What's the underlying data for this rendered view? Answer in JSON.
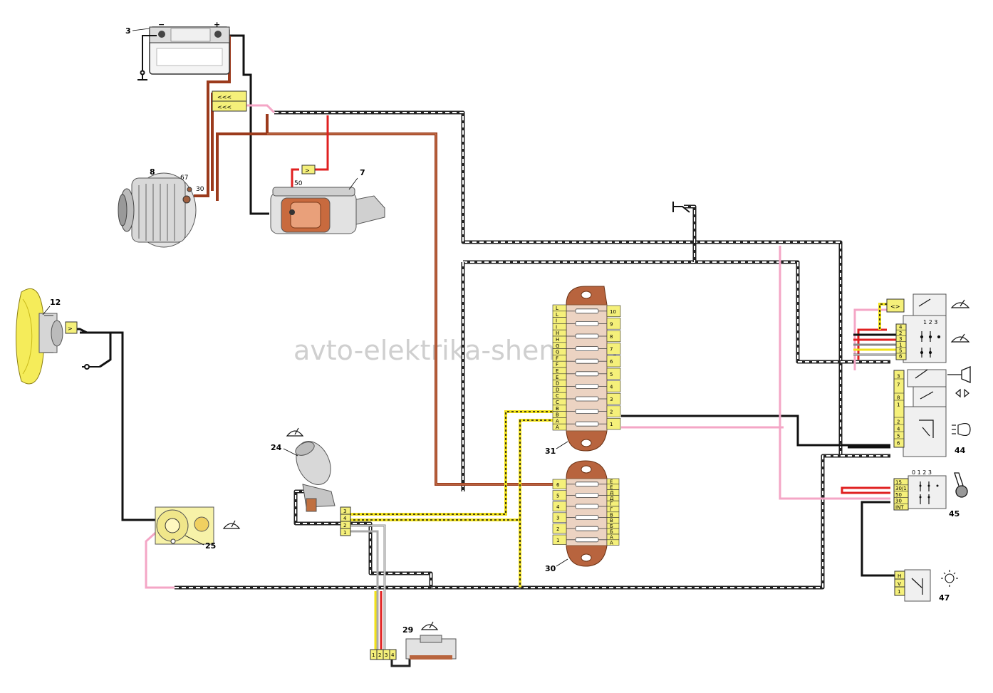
{
  "watermark": "avto-elektrika-shema.ru",
  "labels": {
    "battery": "3",
    "generator": "8",
    "generator_t67": "67",
    "generator_t30": "30",
    "starter": "7",
    "starter_t50": "50",
    "fan_motor": "12",
    "wiper_motor": "24",
    "washer_switch": "25",
    "washer_pump": "29",
    "fuse_block_main": "31",
    "fuse_block_aux": "30",
    "stalk_switch": "44",
    "ignition_switch": "45",
    "light_switch": "47",
    "battery_minus": "−",
    "battery_plus": "+"
  },
  "fuse_block_31": {
    "left_pins": [
      "L",
      "L",
      "I",
      "I",
      "H",
      "H",
      "G",
      "G",
      "F",
      "F",
      "E",
      "E",
      "D",
      "D",
      "C",
      "C",
      "B",
      "B",
      "A",
      "A"
    ],
    "right_pins": [
      "10",
      "9",
      "8",
      "7",
      "6",
      "5",
      "4",
      "3",
      "2",
      "1"
    ]
  },
  "fuse_block_30": {
    "left_pins": [
      "6",
      "5",
      "4",
      "3",
      "2",
      "1"
    ],
    "right_pins": [
      "Е",
      "Е",
      "Д",
      "Д",
      "Г",
      "Г",
      "В",
      "В",
      "Б",
      "Б",
      "А",
      "А"
    ]
  },
  "wiper_connector": [
    "3",
    "4",
    "2",
    "1"
  ],
  "pump_connector": [
    "1",
    "2",
    "3",
    "4"
  ],
  "switch_44": {
    "wiper_positions": "1 2 3",
    "group_wiper": [
      "4",
      "2",
      "3",
      "1",
      "5",
      "6"
    ],
    "group_horn": [
      "3",
      "7"
    ],
    "group_turn": [
      "8",
      "1"
    ],
    "group_light": [
      "2",
      "4",
      "5",
      "6"
    ]
  },
  "switch_45": {
    "positions": "0 1 2 3",
    "pins": [
      "15",
      "30/1",
      "50",
      "30",
      "INT"
    ]
  },
  "switch_47": {
    "pins": [
      "H",
      "V",
      "1"
    ]
  },
  "colors": {
    "connector_fill": "#f5f07a",
    "fuse_body": "#ecd3c2",
    "fuse_cap": "#b8643e",
    "wire_brown": "#9b3a1c",
    "wire_pink": "#f4a6c6",
    "wire_red": "#e02020",
    "wire_yellow": "#f2e21a"
  }
}
